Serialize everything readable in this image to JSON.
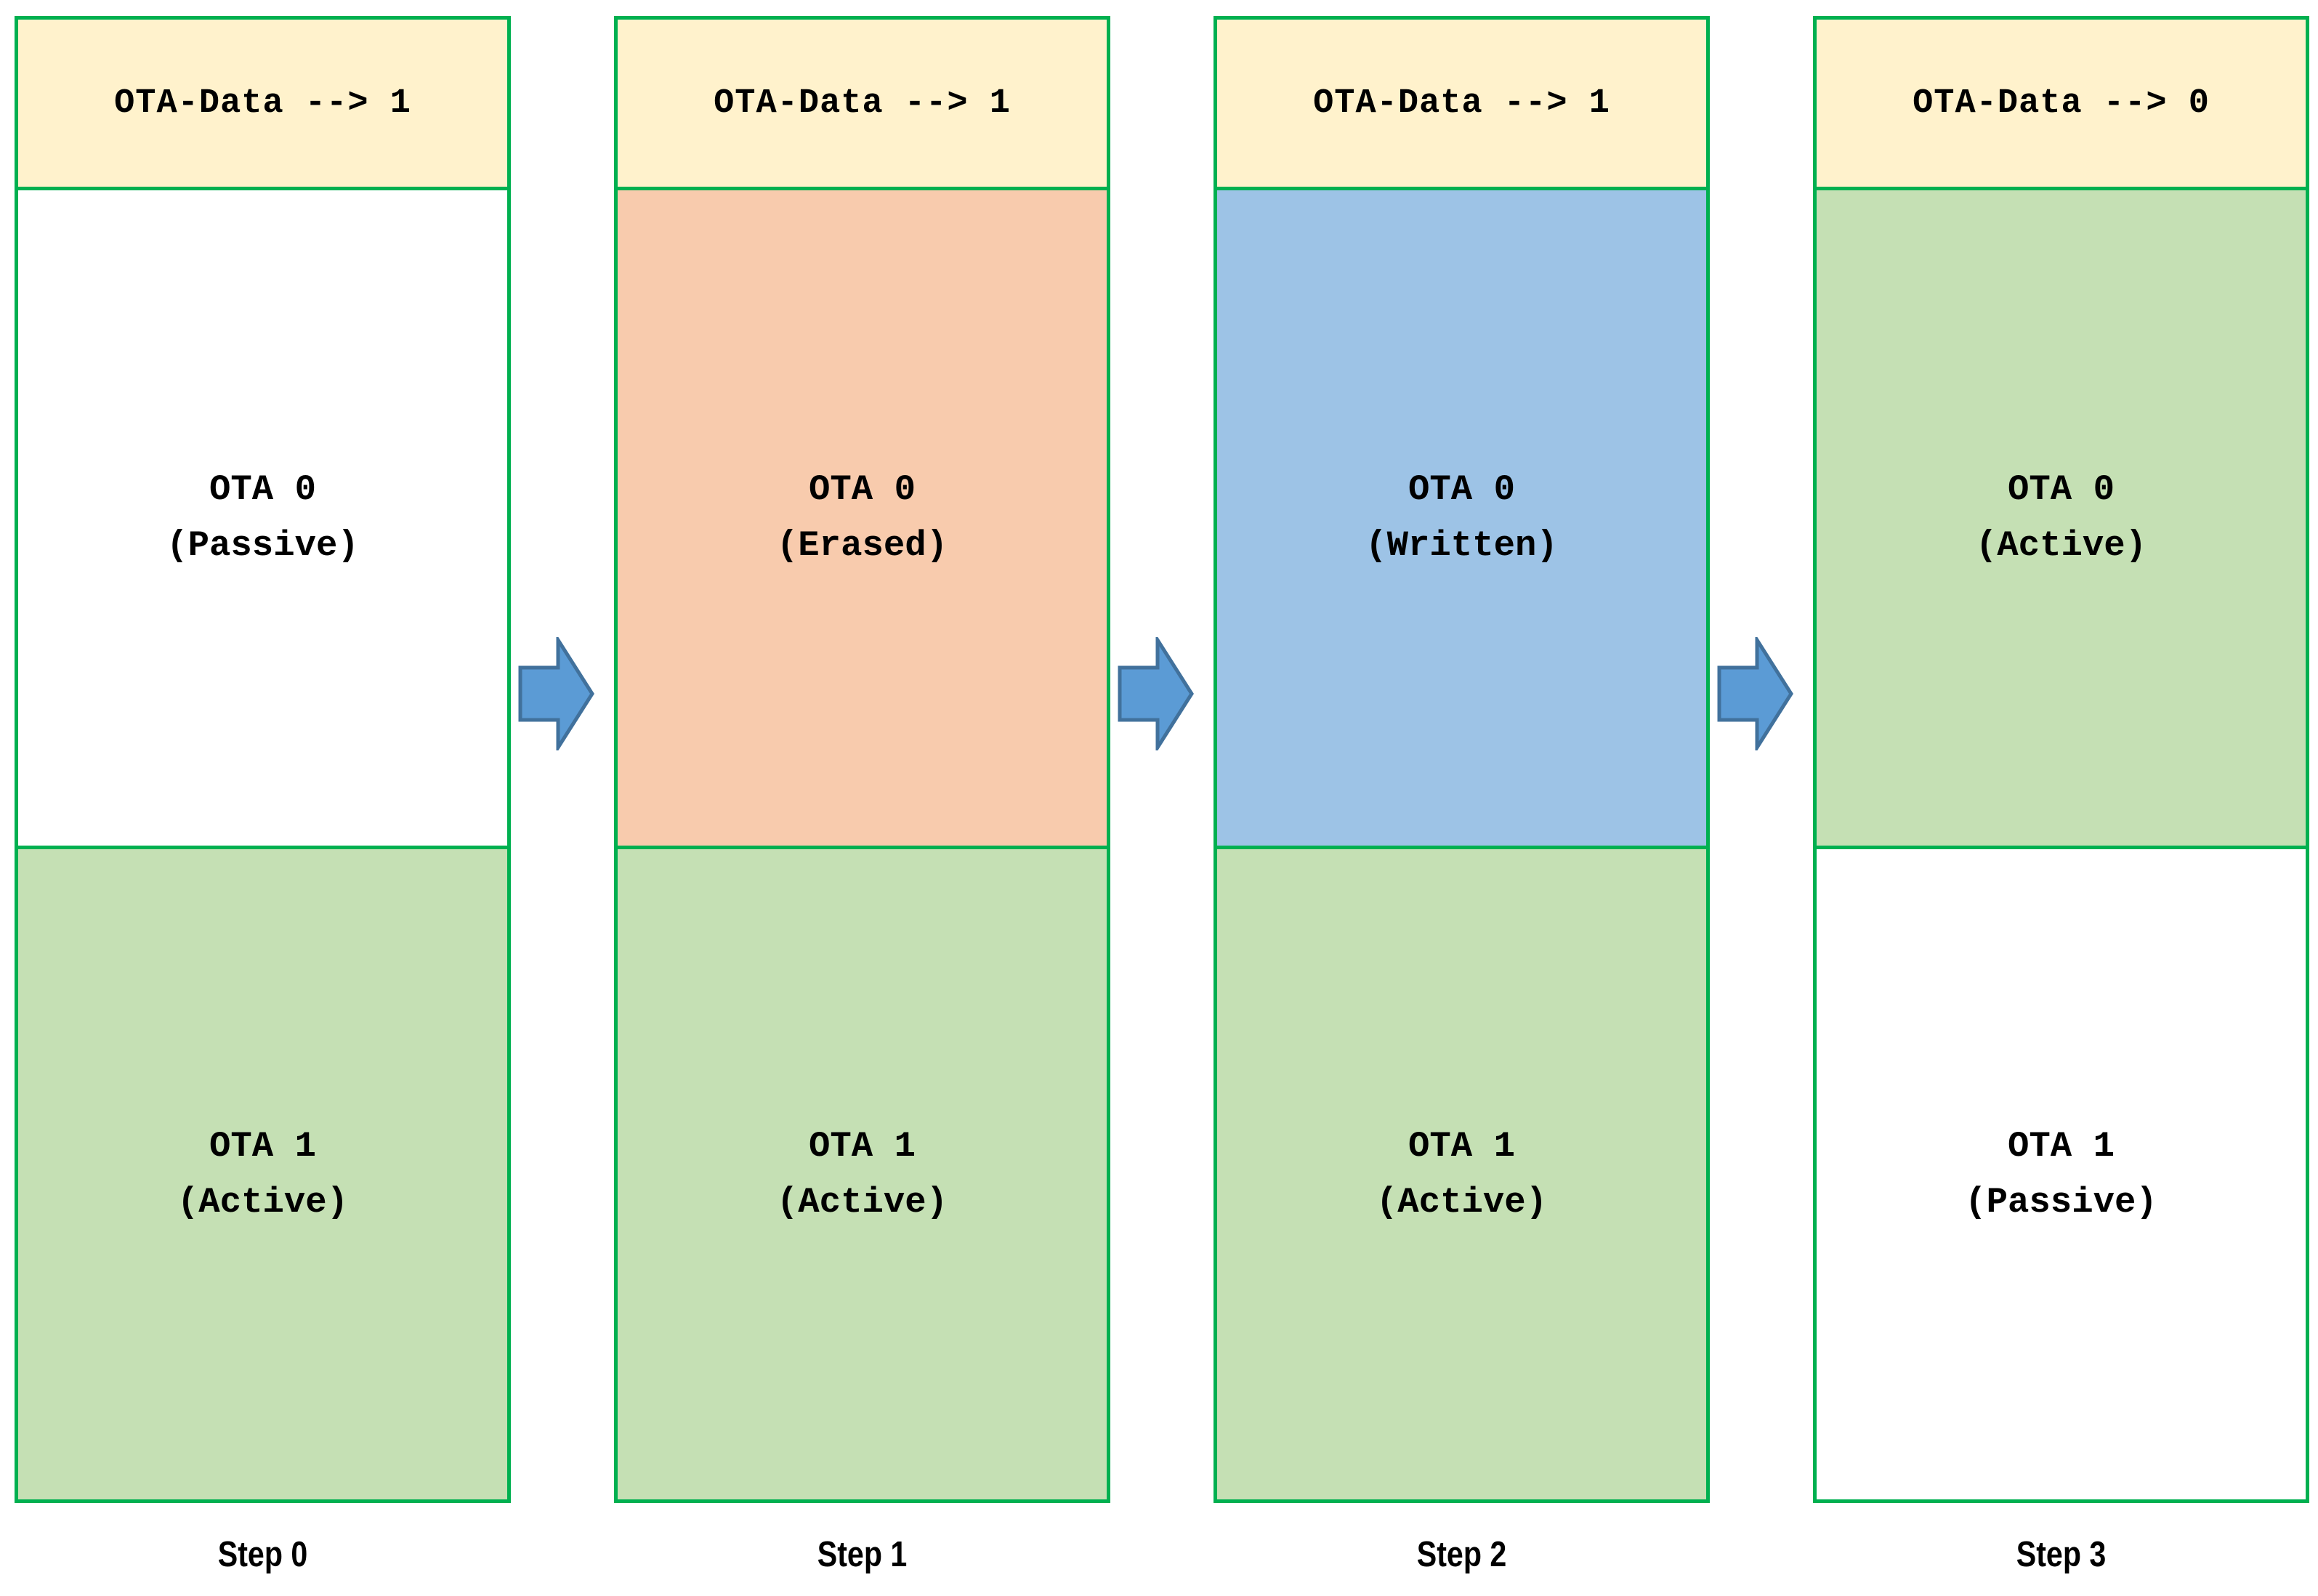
{
  "diagram": {
    "name": "OTA update partition state flow",
    "colors": {
      "box_border": "#00B050",
      "ota_data_fill": "#FFF2CC",
      "active_fill": "#C5E0B4",
      "passive_fill": "#FFFFFF",
      "erased_fill": "#F8CBAD",
      "written_fill": "#9DC3E6",
      "arrow_fill": "#5B9BD5",
      "arrow_stroke": "#41719C",
      "text": "#000000",
      "background": "#FFFFFF"
    },
    "arrow_icon": "right-arrow",
    "steps": [
      {
        "step_label": "Step 0",
        "ota_data_label": "OTA-Data --> 1",
        "ota0": {
          "name": "OTA 0",
          "state": "(Passive)",
          "fill": "#FFFFFF"
        },
        "ota1": {
          "name": "OTA 1",
          "state": "(Active)",
          "fill": "#C5E0B4"
        }
      },
      {
        "step_label": "Step 1",
        "ota_data_label": "OTA-Data --> 1",
        "ota0": {
          "name": "OTA 0",
          "state": "(Erased)",
          "fill": "#F8CBAD"
        },
        "ota1": {
          "name": "OTA 1",
          "state": "(Active)",
          "fill": "#C5E0B4"
        }
      },
      {
        "step_label": "Step 2",
        "ota_data_label": "OTA-Data --> 1",
        "ota0": {
          "name": "OTA 0",
          "state": "(Written)",
          "fill": "#9DC3E6"
        },
        "ota1": {
          "name": "OTA 1",
          "state": "(Active)",
          "fill": "#C5E0B4"
        }
      },
      {
        "step_label": "Step 3",
        "ota_data_label": "OTA-Data --> 0",
        "ota0": {
          "name": "OTA 0",
          "state": "(Active)",
          "fill": "#C5E0B4"
        },
        "ota1": {
          "name": "OTA 1",
          "state": "(Passive)",
          "fill": "#FFFFFF"
        }
      }
    ]
  }
}
